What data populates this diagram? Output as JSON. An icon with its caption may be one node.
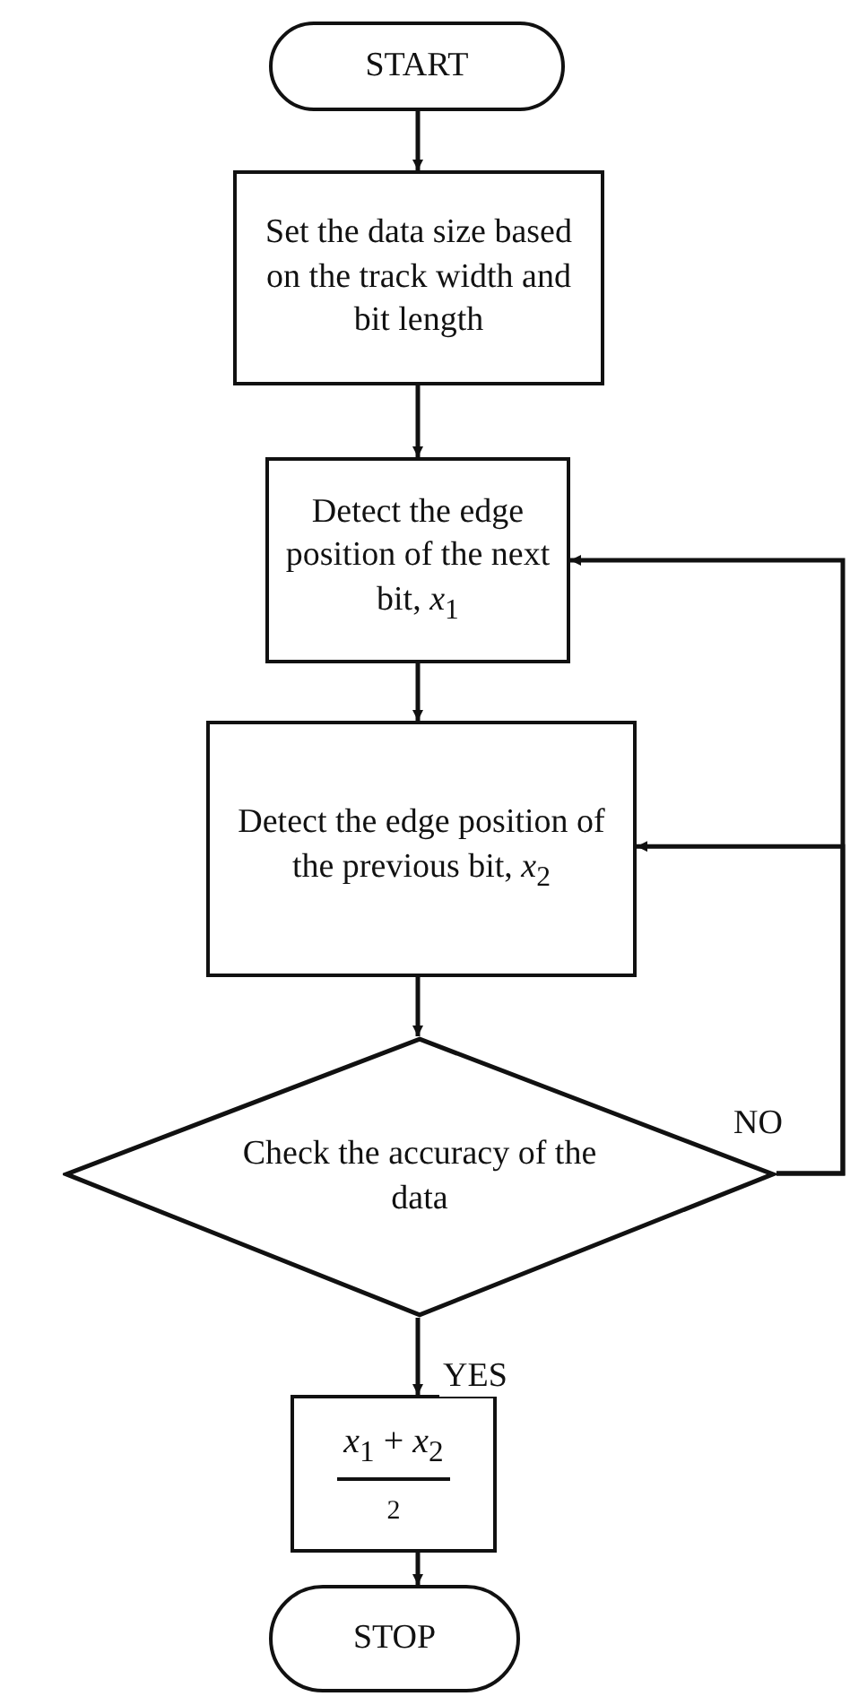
{
  "diagram": {
    "nodes": [
      {
        "text": [
          "START"
        ]
      },
      {
        "text": [
          "Set the data size based on the track width and bit length"
        ]
      },
      {
        "text": [
          "Detect the edge position of the next bit, *x*$_{1}$"
        ]
      },
      {
        "text": [
          "Detect the edge position of the previous bit, *x*$_{2}$"
        ]
      },
      {
        "text": [
          "Check the accuracy of the data"
        ]
      },
      {
        "text": [
          "*x*$_{1}$ + *x*$_{2}$",
          "2"
        ]
      },
      {
        "text": [
          "STOP"
        ]
      }
    ],
    "edges": [
      {
        "from": 0,
        "to": 1,
        "arrow": "to"
      },
      {
        "from": 1,
        "to": 2,
        "arrow": "to"
      },
      {
        "from": 2,
        "to": 3,
        "arrow": "to"
      },
      {
        "from": 3,
        "to": 4,
        "arrow": "to"
      },
      {
        "from": 4,
        "to": 2,
        "arrow": "to",
        "label": "NO"
      },
      {
        "from": 4,
        "to": 3,
        "arrow": "to"
      },
      {
        "from": 4,
        "to": 5,
        "arrow": "to",
        "label": "YES"
      },
      {
        "from": 5,
        "to": 6,
        "arrow": "to"
      }
    ]
  }
}
